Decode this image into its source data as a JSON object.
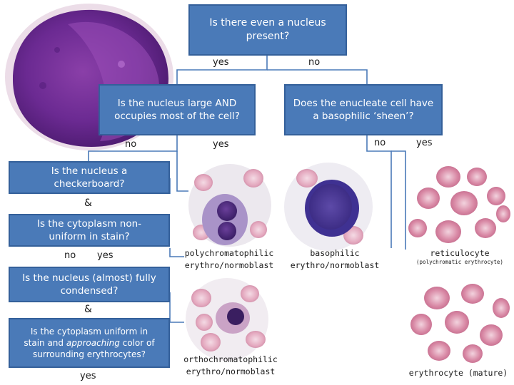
{
  "questions": {
    "q1": "Is there even a nucleus present?",
    "q2": "Is the nucleus large AND occupies most of the cell?",
    "q3": "Does the enucleate cell have a basophilic ‘sheen’?",
    "q4": "Is the nucleus a checkerboard?",
    "q5": "Is the cytoplasm non-uniform in stain?",
    "q6": "Is the nucleus (almost) fully condensed?",
    "q7_pre": "Is the cytoplasm uniform in stain and ",
    "q7_em": "approaching",
    "q7_post": " color of surrounding erythrocytes?"
  },
  "answers": {
    "q1_yes": "yes",
    "q1_no": "no",
    "q2_no": "no",
    "q2_yes": "yes",
    "q3_no": "no",
    "q3_yes": "yes",
    "amp1": "&",
    "q5_no": "no",
    "q5_yes": "yes",
    "amp2": "&",
    "final_yes": "yes"
  },
  "captions": {
    "polychromatophilic_1": "polychromatophilic",
    "polychromatophilic_2": "erythro/normoblast",
    "basophilic_1": "basophilic",
    "basophilic_2": "erythro/normoblast",
    "reticulocyte_1": "reticulocyte",
    "reticulocyte_2": "(polychromatic erythrocyte)",
    "orthochromatophilic_1": "orthochromatophilic",
    "orthochromatophilic_2": "erythro/normoblast",
    "erythrocyte": "erythrocyte (mature)"
  },
  "colors": {
    "box_fill": "#4a7ab8",
    "box_border": "#34609a",
    "connector": "#4a7ab8",
    "box_text": "#ffffff"
  }
}
